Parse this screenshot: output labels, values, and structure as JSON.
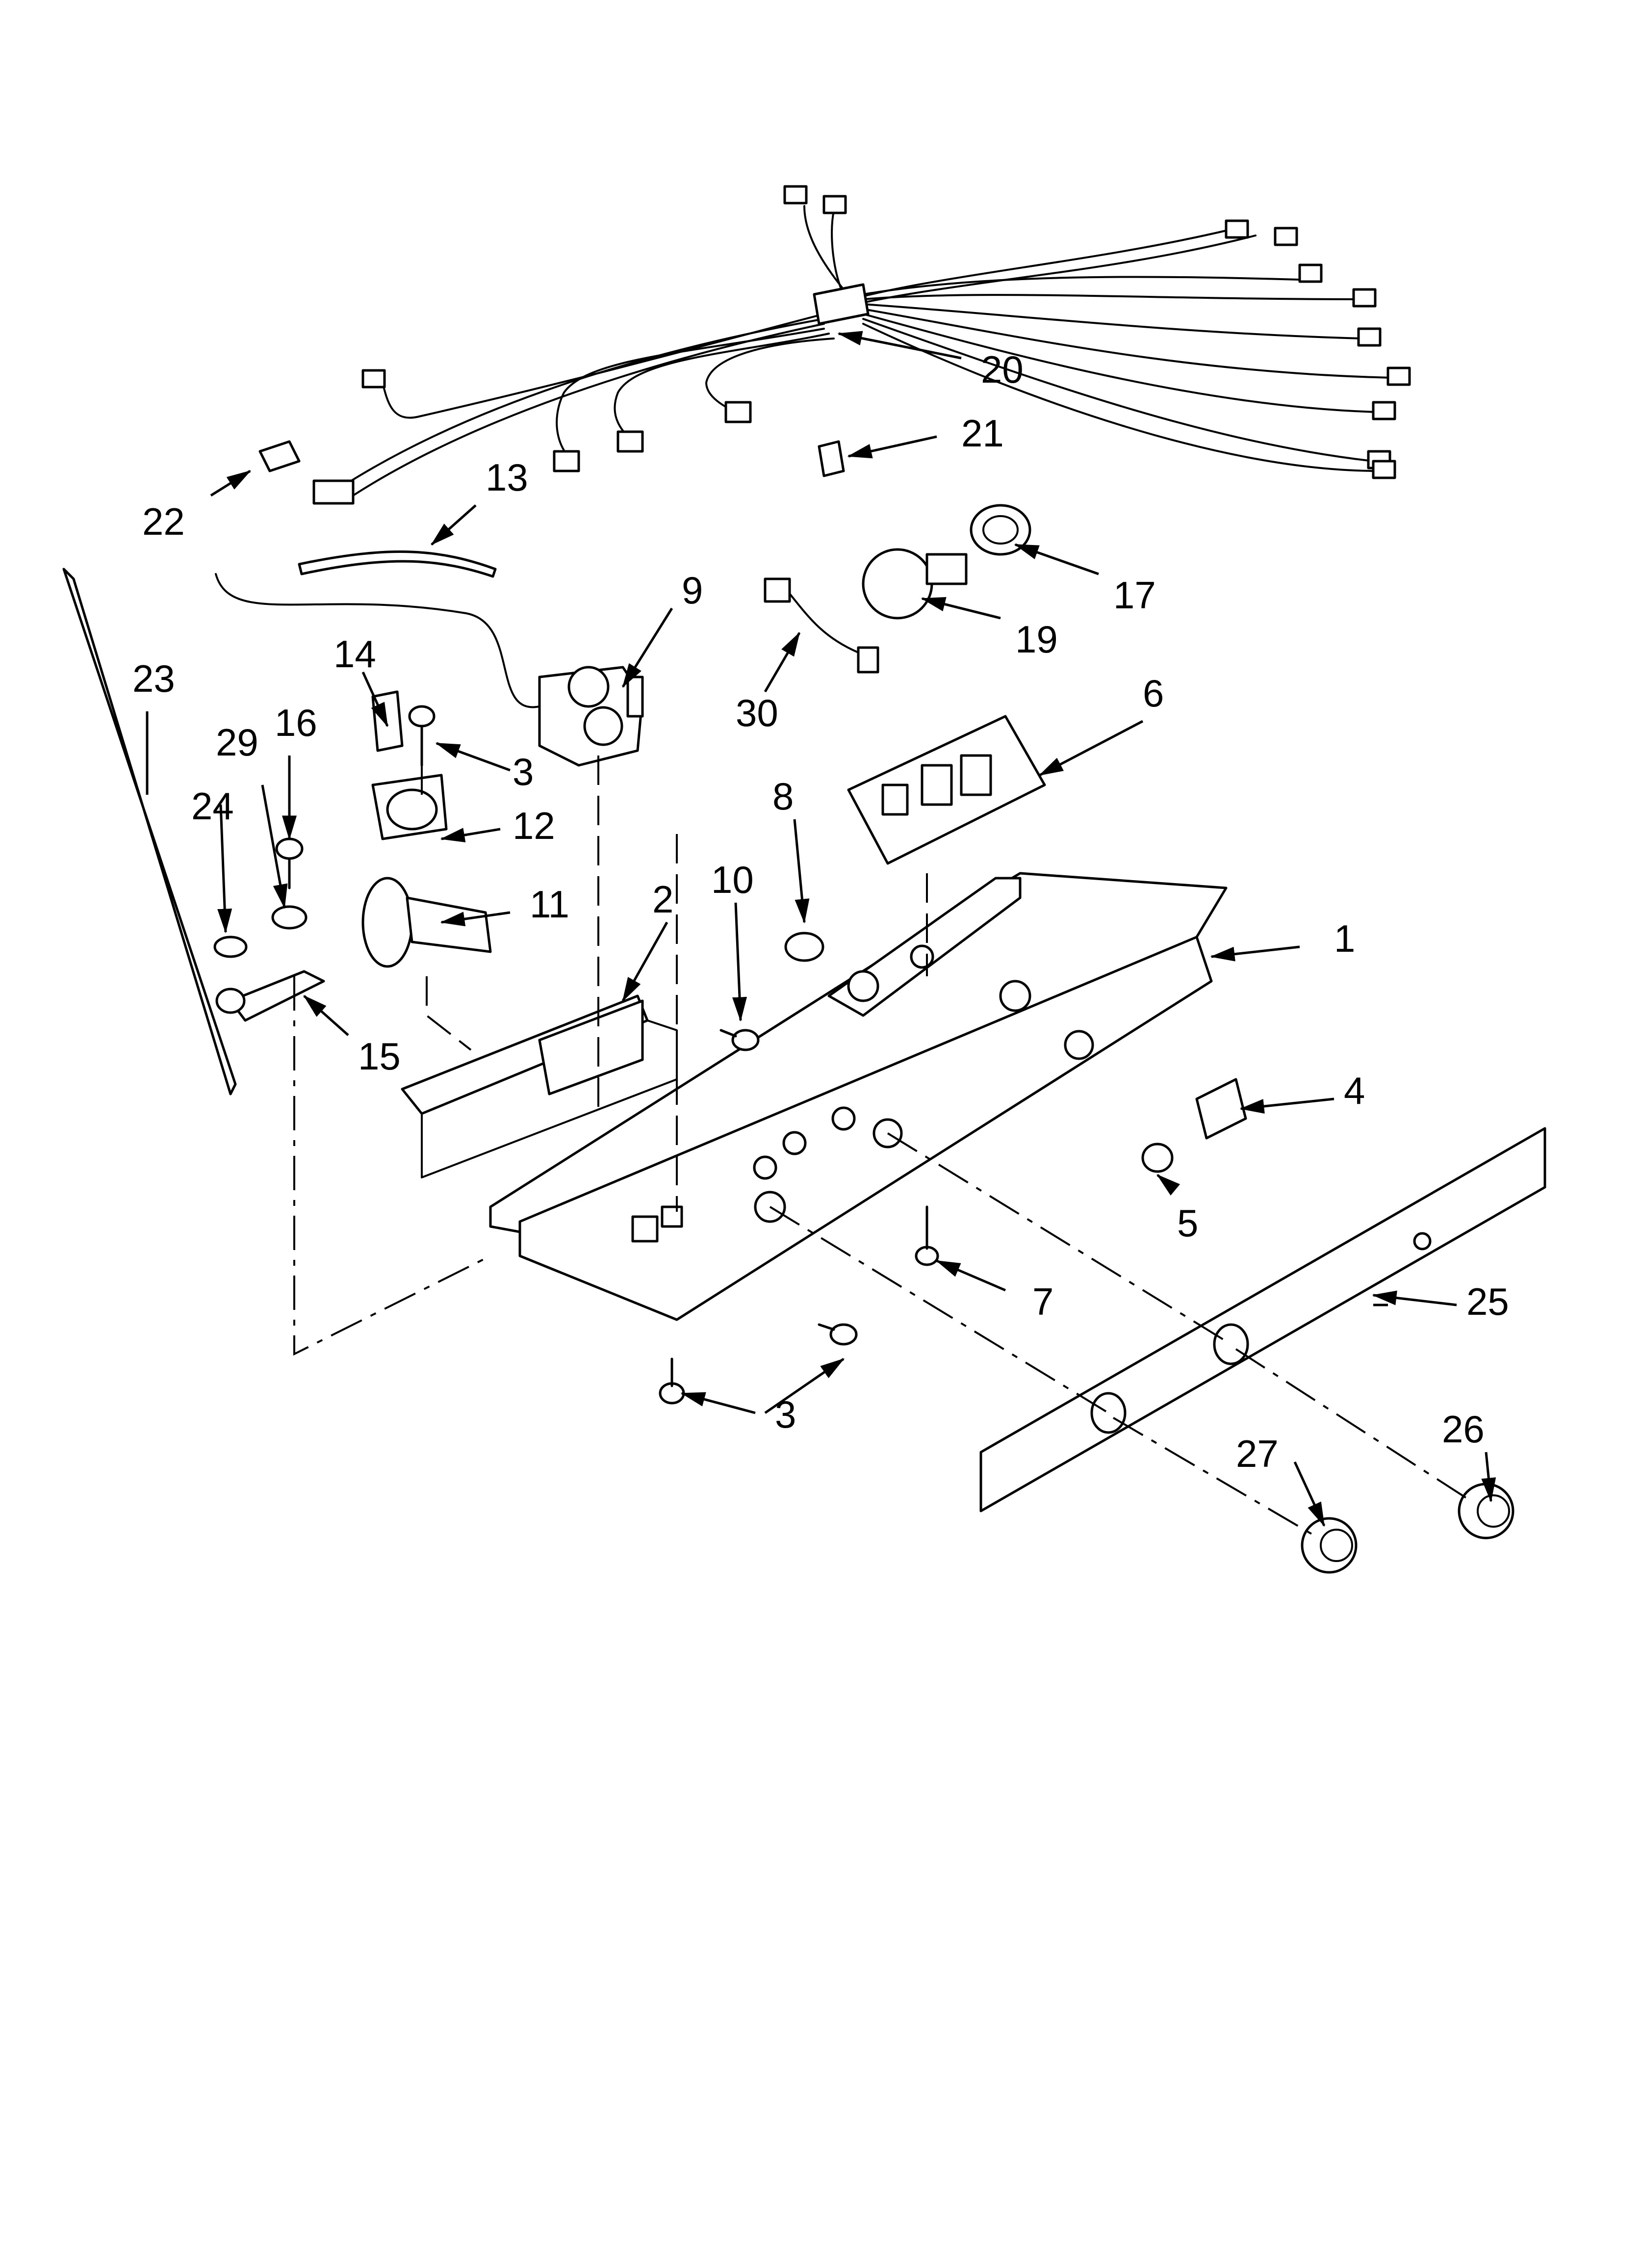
{
  "labels": {
    "p1": "1",
    "p2": "2",
    "p3a": "3",
    "p3b": "3",
    "p4": "4",
    "p5": "5",
    "p6": "6",
    "p7": "7",
    "p8": "8",
    "p9": "9",
    "p10": "10",
    "p11": "11",
    "p12": "12",
    "p13": "13",
    "p14": "14",
    "p15": "15",
    "p16": "16",
    "p17": "17",
    "p19": "19",
    "p20": "20",
    "p21": "21",
    "p22": "22",
    "p23": "23",
    "p24": "24",
    "p25": "25",
    "p26": "26",
    "p27": "27",
    "p29": "29",
    "p30": "30"
  },
  "colors": {
    "line": "#000000",
    "background": "#ffffff"
  }
}
